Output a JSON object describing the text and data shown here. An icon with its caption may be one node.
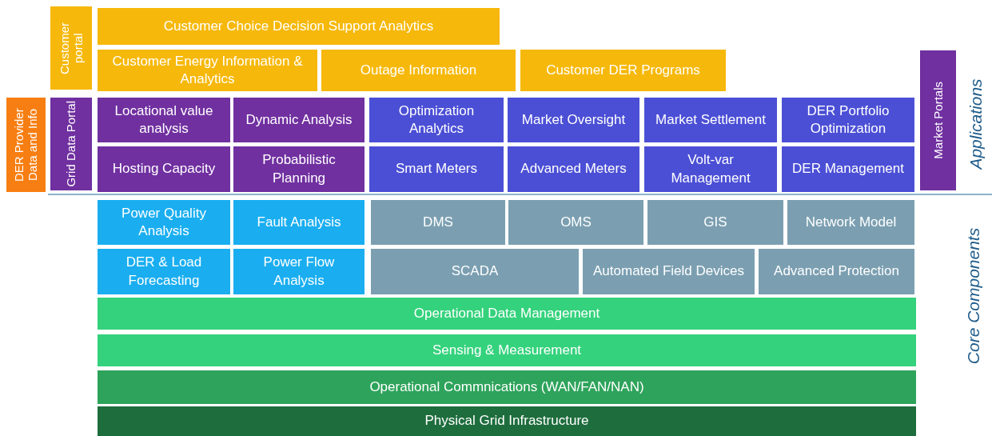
{
  "diagram": {
    "nodes": [
      {
        "text": [
          "Customer portal"
        ]
      },
      {
        "text": [
          "Customer Choice Decision Support Analytics"
        ]
      },
      {
        "text": [
          "Customer Energy Information & Analytics"
        ]
      },
      {
        "text": [
          "Outage Information"
        ]
      },
      {
        "text": [
          "Customer DER Programs"
        ]
      },
      {
        "text": [
          "Market Portals"
        ]
      },
      {
        "text": [
          "DER Provider Data and Info"
        ]
      },
      {
        "text": [
          "Grid Data Portal"
        ]
      },
      {
        "text": [
          "Locational value analysis"
        ]
      },
      {
        "text": [
          "Dynamic Analysis"
        ]
      },
      {
        "text": [
          "Optimization Analytics"
        ]
      },
      {
        "text": [
          "Market Oversight"
        ]
      },
      {
        "text": [
          "Market Settlement"
        ]
      },
      {
        "text": [
          "DER Portfolio Optimization"
        ]
      },
      {
        "text": [
          "Hosting Capacity"
        ]
      },
      {
        "text": [
          "Probabilistic Planning"
        ]
      },
      {
        "text": [
          "Smart Meters"
        ]
      },
      {
        "text": [
          "Advanced Meters"
        ]
      },
      {
        "text": [
          "Volt-var Management"
        ]
      },
      {
        "text": [
          "DER Management"
        ]
      },
      {
        "text": [
          "Power Quality Analysis"
        ]
      },
      {
        "text": [
          "Fault Analysis"
        ]
      },
      {
        "text": [
          "DMS"
        ]
      },
      {
        "text": [
          "OMS"
        ]
      },
      {
        "text": [
          "GIS"
        ]
      },
      {
        "text": [
          "Network Model"
        ]
      },
      {
        "text": [
          "DER & Load Forecasting"
        ]
      },
      {
        "text": [
          "Power Flow Analysis"
        ]
      },
      {
        "text": [
          "SCADA"
        ]
      },
      {
        "text": [
          "Automated Field Devices"
        ]
      },
      {
        "text": [
          "Advanced Protection"
        ]
      },
      {
        "text": [
          "Operational Data Management"
        ]
      },
      {
        "text": [
          "Sensing & Measurement"
        ]
      },
      {
        "text": [
          "Operational Commnications (WAN/FAN/NAN)"
        ]
      },
      {
        "text": [
          "Physical Grid Infrastructure"
        ]
      }
    ],
    "labels": [
      "Applications",
      "Core Components"
    ]
  }
}
